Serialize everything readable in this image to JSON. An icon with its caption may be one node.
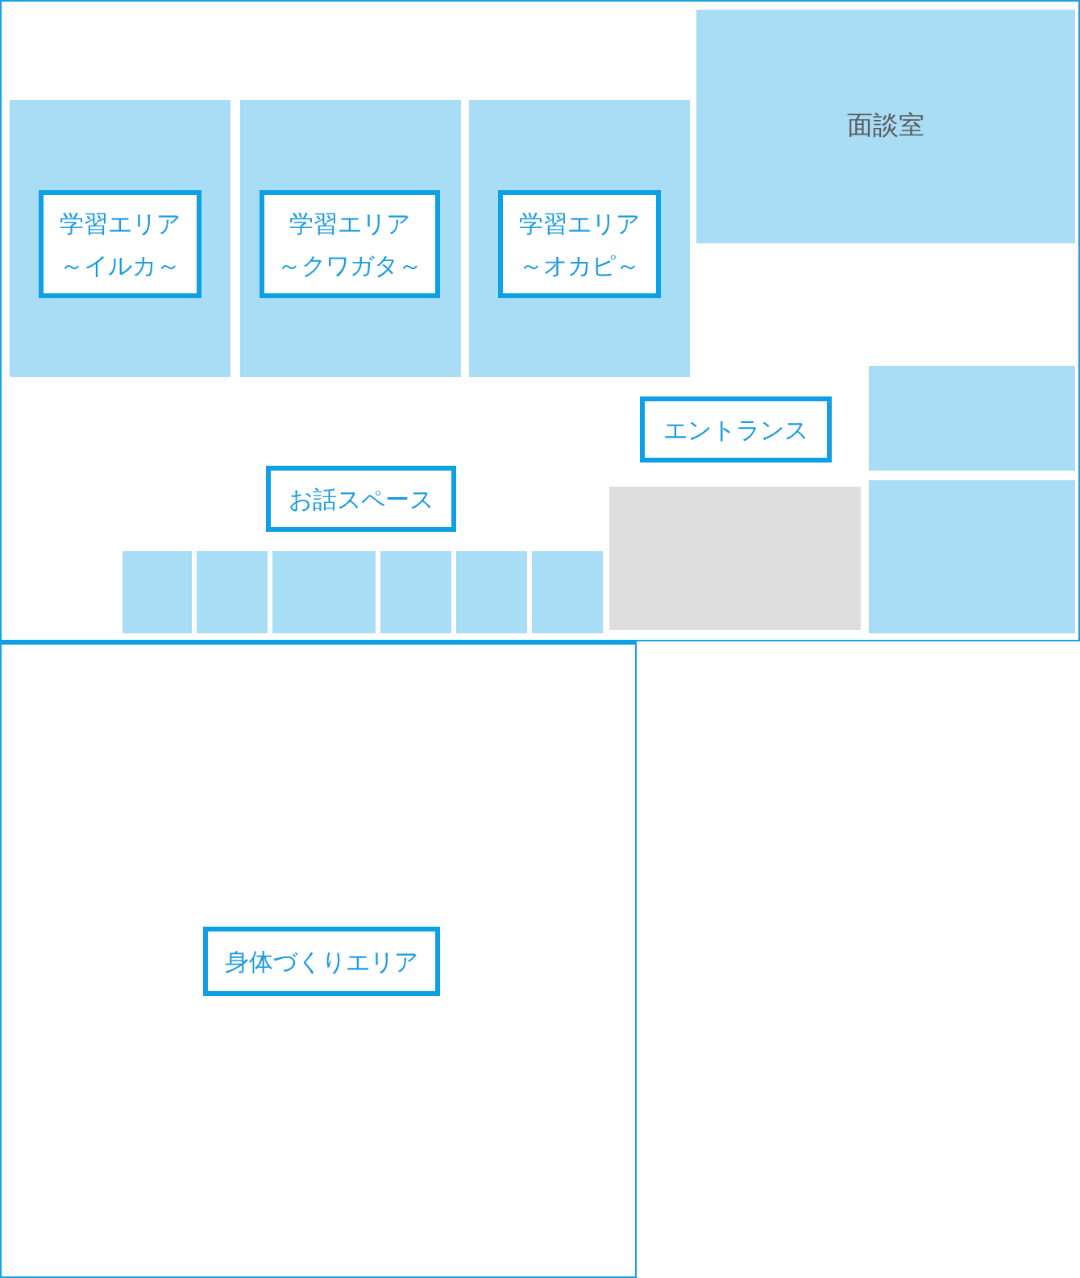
{
  "diagram": {
    "nodes": [
      {
        "text": [],
        "shape": "box"
      },
      {
        "text": [
          "学習エリア",
          "～イルカ～"
        ],
        "in": 0
      },
      {
        "text": [
          "学習エリア",
          "～クワガタ～"
        ],
        "in": 0
      },
      {
        "text": [
          "学習エリア",
          "～オカピ～"
        ],
        "in": 0
      },
      {
        "text": [
          "面談室"
        ],
        "in": 0
      },
      {
        "text": [],
        "shape": "box",
        "in": 0
      },
      {
        "text": [
          "エントランス"
        ],
        "in": 0
      },
      {
        "text": [
          "お話スペース"
        ],
        "in": 0
      },
      {
        "text": [],
        "shape": "box",
        "in": 0
      },
      {
        "text": [],
        "shape": "box",
        "in": 0
      },
      {
        "text": [],
        "shape": "box",
        "in": 0
      },
      {
        "text": [],
        "shape": "box",
        "in": 0
      },
      {
        "text": [],
        "shape": "box",
        "in": 0
      },
      {
        "text": [],
        "shape": "box",
        "in": 0
      },
      {
        "text": [],
        "shape": "box",
        "in": 0
      },
      {
        "text": [],
        "shape": "box",
        "in": 0
      },
      {
        "text": [
          "身体づくりエリア"
        ]
      }
    ],
    "edges": []
  }
}
